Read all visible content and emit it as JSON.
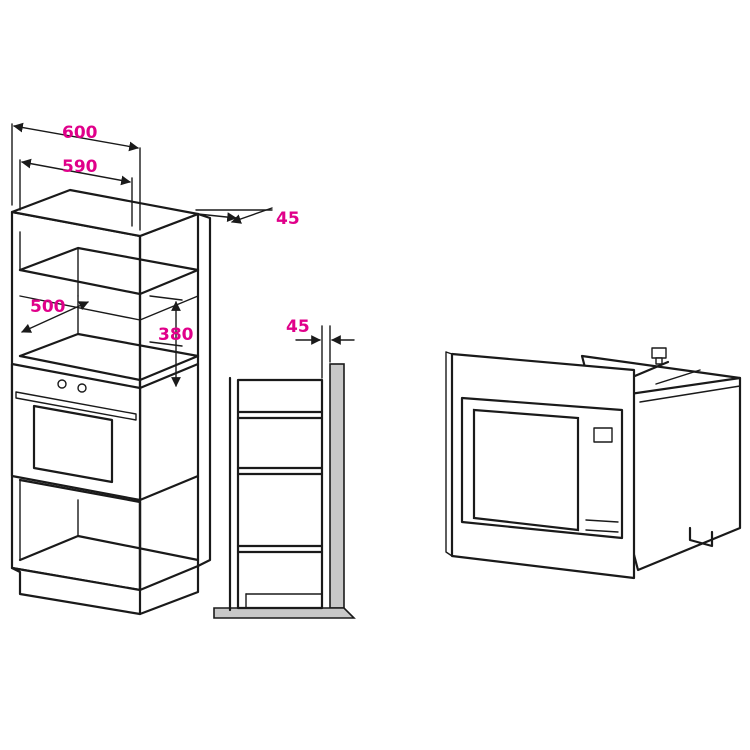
{
  "dimensions": {
    "width_outer": "600",
    "width_inner": "590",
    "rear_gap": "45",
    "niche_depth": "500",
    "niche_height": "380",
    "side_gap": "45"
  }
}
